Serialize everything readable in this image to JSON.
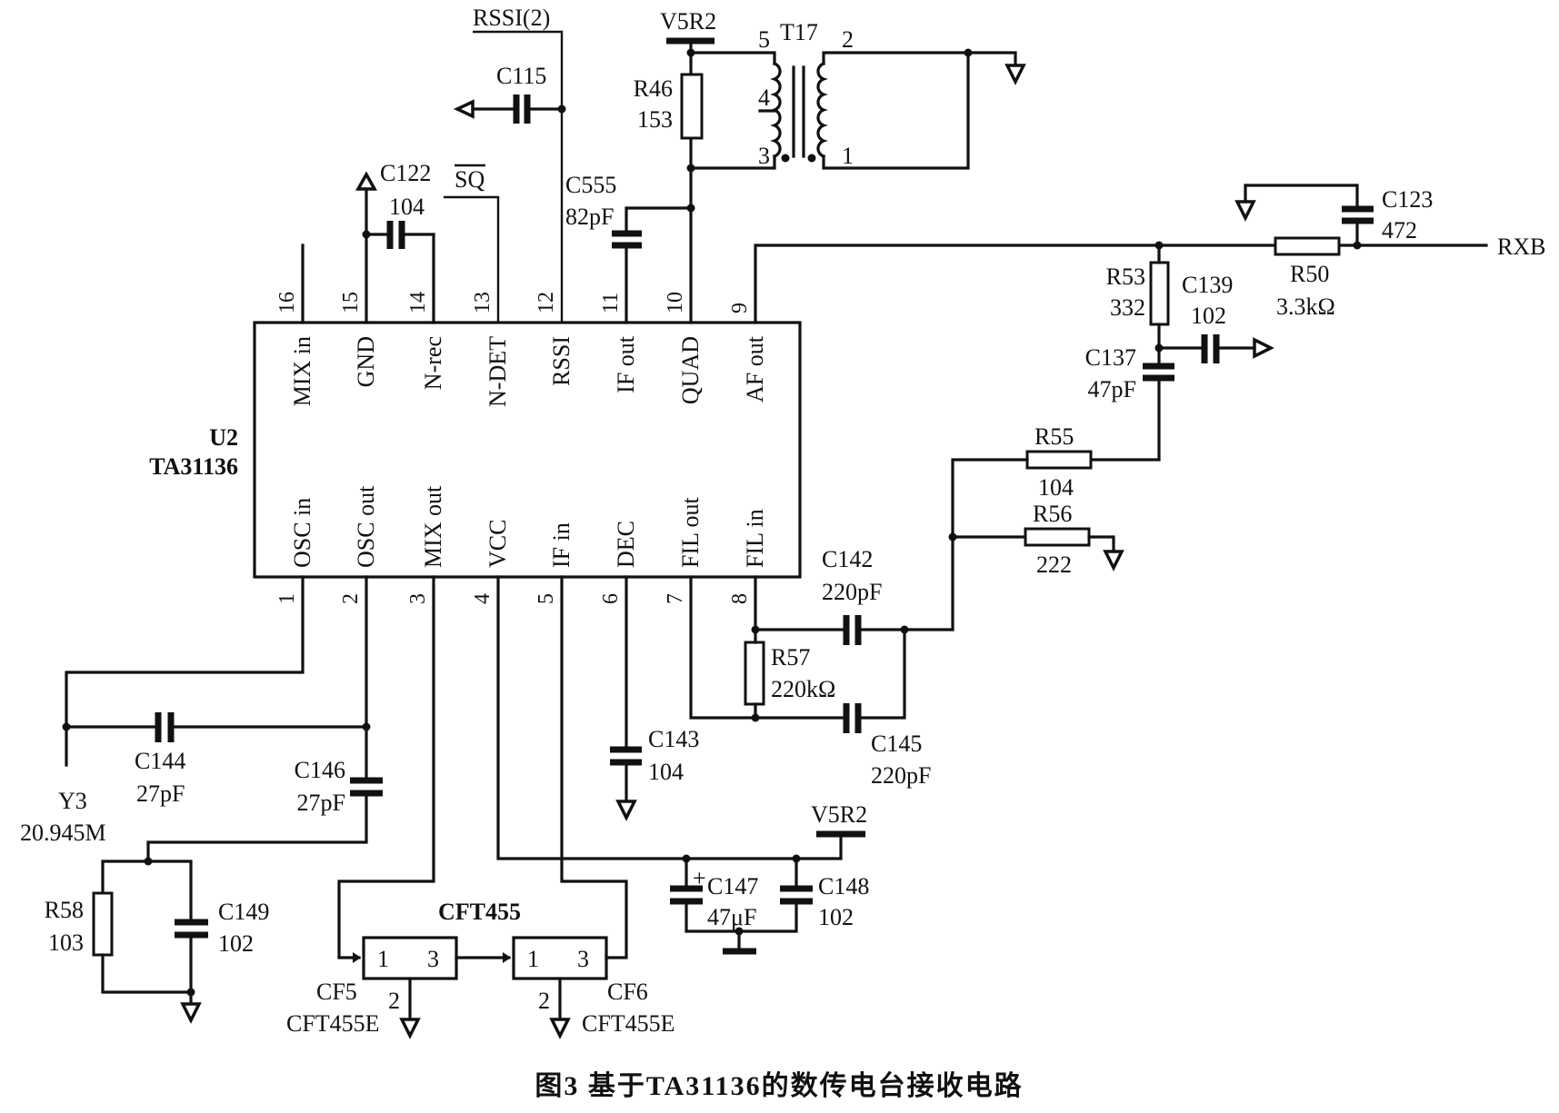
{
  "ic": {
    "ref": "U2",
    "part": "TA31136",
    "pins_top": [
      {
        "num": "16",
        "name": "MIX in"
      },
      {
        "num": "15",
        "name": "GND"
      },
      {
        "num": "14",
        "name": "N-rec"
      },
      {
        "num": "13",
        "name": "N-DET"
      },
      {
        "num": "12",
        "name": "RSSI"
      },
      {
        "num": "11",
        "name": "IF out"
      },
      {
        "num": "10",
        "name": "QUAD"
      },
      {
        "num": "9",
        "name": "AF out"
      }
    ],
    "pins_bottom": [
      {
        "num": "1",
        "name": "OSC in"
      },
      {
        "num": "2",
        "name": "OSC out"
      },
      {
        "num": "3",
        "name": "MIX out"
      },
      {
        "num": "4",
        "name": "VCC"
      },
      {
        "num": "5",
        "name": "IF in"
      },
      {
        "num": "6",
        "name": "DEC"
      },
      {
        "num": "7",
        "name": "FIL out"
      },
      {
        "num": "8",
        "name": "FIL in"
      }
    ]
  },
  "nets": {
    "rssi2": "RSSI(2)",
    "sq": "SQ",
    "v5r2_top": "V5R2",
    "v5r2_bottom": "V5R2",
    "rxb": "RXB"
  },
  "transformer": {
    "ref": "T17",
    "pins": {
      "p1": "1",
      "p2": "2",
      "p3": "3",
      "p4": "4",
      "p5": "5"
    }
  },
  "components": {
    "C115": {
      "ref": "C115",
      "value": ""
    },
    "C122": {
      "ref": "C122",
      "value": "104"
    },
    "C555": {
      "ref": "C555",
      "value": "82pF"
    },
    "R46": {
      "ref": "R46",
      "value": "153"
    },
    "C123": {
      "ref": "C123",
      "value": "472"
    },
    "R50": {
      "ref": "R50",
      "value": "3.3kΩ"
    },
    "R53": {
      "ref": "R53",
      "value": "332"
    },
    "C139": {
      "ref": "C139",
      "value": "102"
    },
    "C137": {
      "ref": "C137",
      "value": "47pF"
    },
    "R55": {
      "ref": "R55",
      "value": "104"
    },
    "R56": {
      "ref": "R56",
      "value": "222"
    },
    "C142": {
      "ref": "C142",
      "value": "220pF"
    },
    "R57": {
      "ref": "R57",
      "value": "220kΩ"
    },
    "C145": {
      "ref": "C145",
      "value": "220pF"
    },
    "C143": {
      "ref": "C143",
      "value": "104"
    },
    "C144": {
      "ref": "C144",
      "value": "27pF"
    },
    "C146": {
      "ref": "C146",
      "value": "27pF"
    },
    "Y3": {
      "ref": "Y3",
      "value": "20.945M"
    },
    "R58": {
      "ref": "R58",
      "value": "103"
    },
    "C149": {
      "ref": "C149",
      "value": "102"
    },
    "C147": {
      "ref": "C147",
      "value": "47μF",
      "polarity": "+"
    },
    "C148": {
      "ref": "C148",
      "value": "102"
    }
  },
  "filters": {
    "group_label": "CFT455",
    "CF5": {
      "ref": "CF5",
      "part": "CFT455E",
      "pin1": "1",
      "pin2": "2",
      "pin3": "3"
    },
    "CF6": {
      "ref": "CF6",
      "part": "CFT455E",
      "pin1": "1",
      "pin2": "2",
      "pin3": "3"
    }
  },
  "caption": "图3   基于TA31136的数传电台接收电路"
}
